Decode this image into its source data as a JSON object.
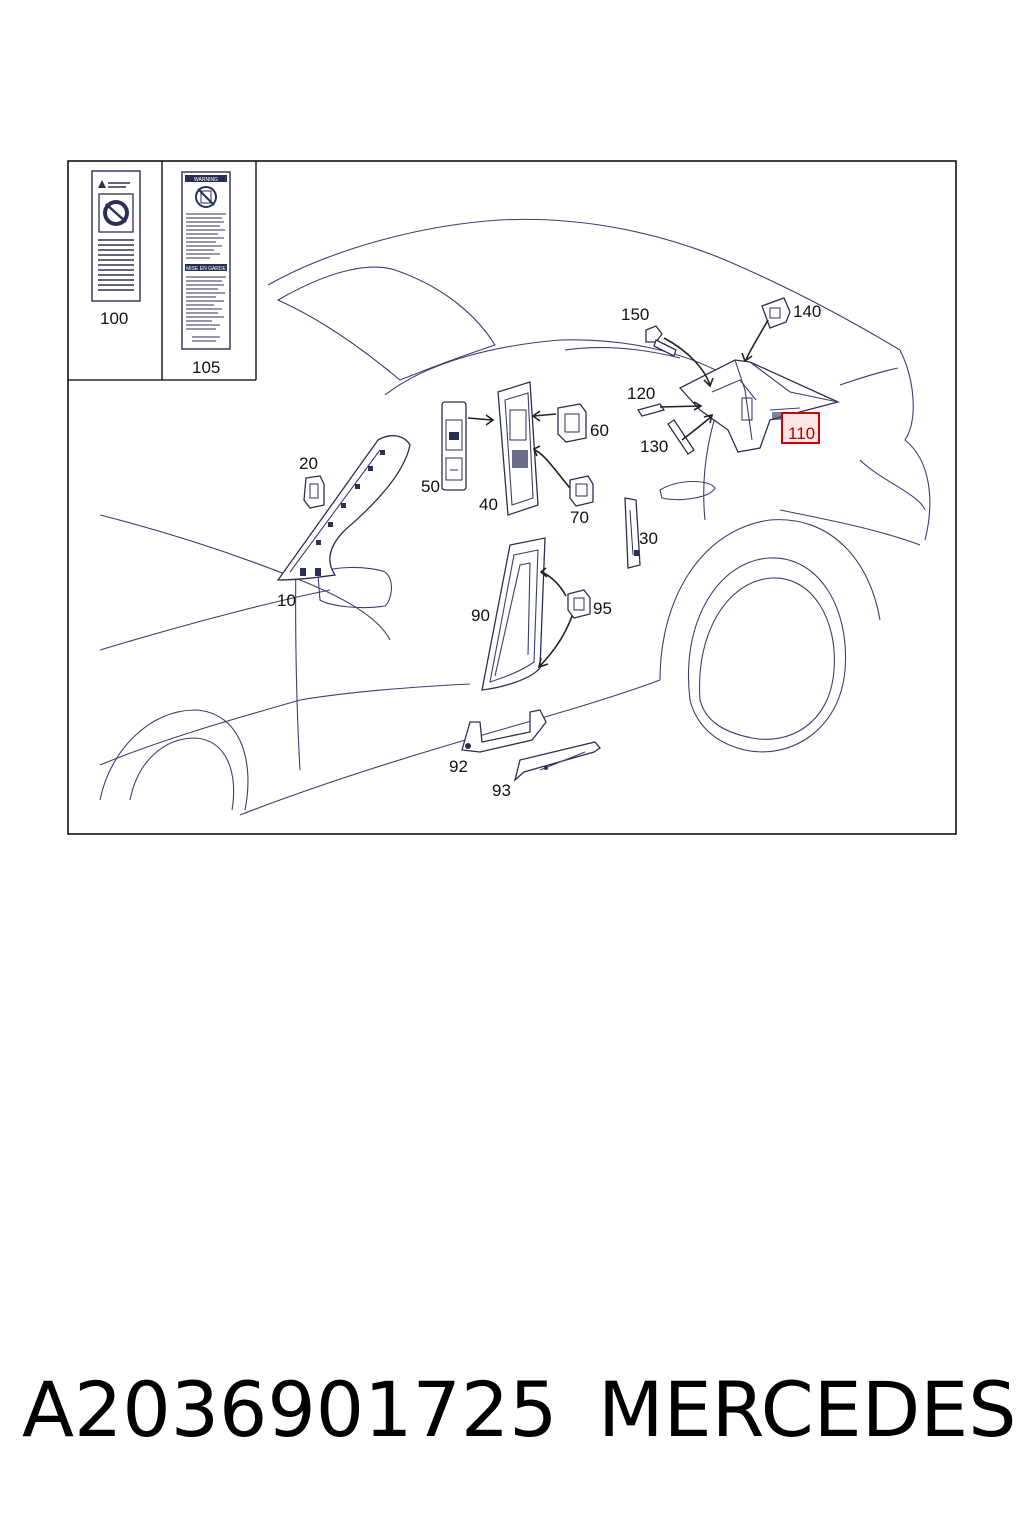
{
  "callouts": {
    "c10": "10",
    "c20": "20",
    "c30": "30",
    "c40": "40",
    "c50": "50",
    "c60": "60",
    "c70": "70",
    "c90": "90",
    "c92": "92",
    "c93": "93",
    "c95": "95",
    "c100": "100",
    "c105": "105",
    "c110": "110",
    "c120": "120",
    "c130": "130",
    "c140": "140",
    "c150": "150"
  },
  "label_105": {
    "warning_heading": "WARNING",
    "mise_heading": "MISE EN GARDE"
  },
  "highlighted_callout": "110",
  "colors": {
    "line": "#2c2f55",
    "highlight": "#d00000"
  },
  "footer": {
    "part_number": "A2036901725",
    "brand": "MERCEDES"
  }
}
